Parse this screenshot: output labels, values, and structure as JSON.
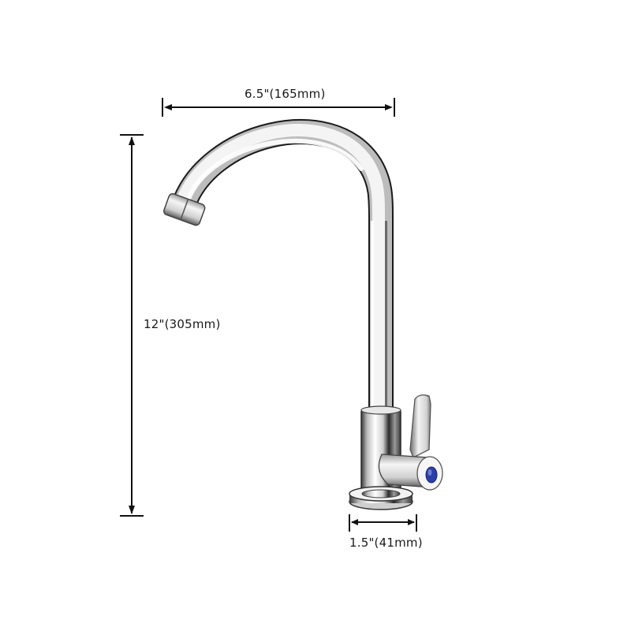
{
  "diagram": {
    "subject": "kitchen faucet",
    "dimensions": {
      "width": {
        "label": "6.5\"(165mm)"
      },
      "height": {
        "label": "12\"(305mm)"
      },
      "base": {
        "label": "1.5\"(41mm)"
      }
    },
    "colors": {
      "background": "#ffffff",
      "lines": "#111111",
      "chrome_light": "#f2f2f2",
      "chrome_mid": "#b8b8b8",
      "chrome_dark": "#3a3a3a",
      "cold_indicator": "#2a3fa8"
    }
  }
}
